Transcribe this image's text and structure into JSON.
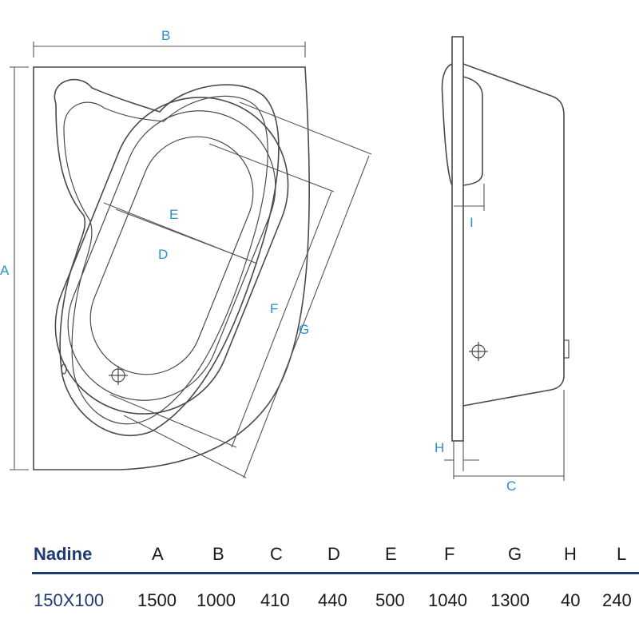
{
  "diagram": {
    "labels": {
      "A": "A",
      "B": "B",
      "C": "C",
      "D": "D",
      "E": "E",
      "F": "F",
      "G": "G",
      "H": "H",
      "I": "I"
    },
    "label_color": "#2a8fd0",
    "line_color": "#4a4a4a"
  },
  "table": {
    "model": "Nadine",
    "size": "150X100",
    "header_color": "#1f3b73",
    "columns": [
      "A",
      "B",
      "C",
      "D",
      "E",
      "F",
      "G",
      "H",
      "L"
    ],
    "values": [
      "1500",
      "1000",
      "410",
      "440",
      "500",
      "1040",
      "1300",
      "40",
      "240"
    ]
  }
}
